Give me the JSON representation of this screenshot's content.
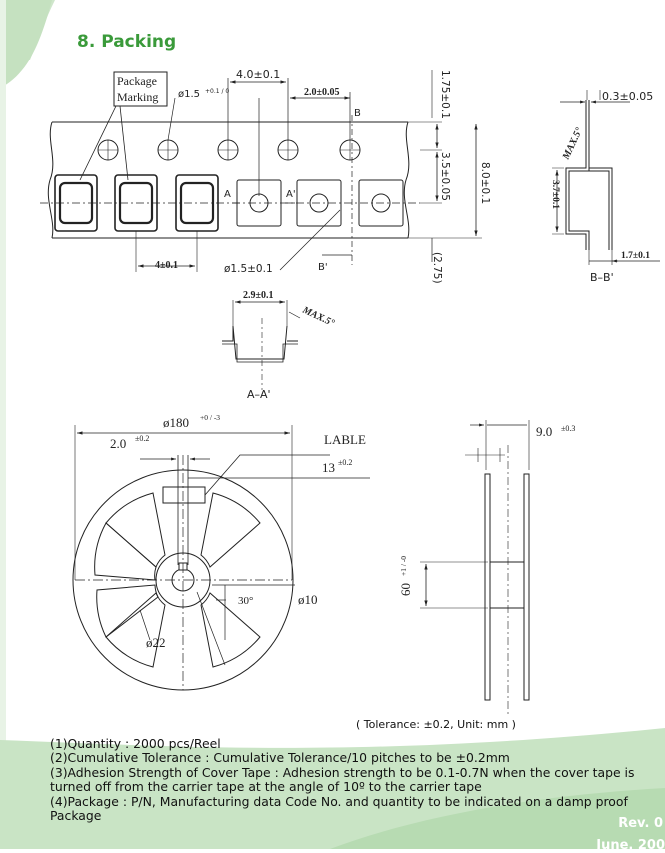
{
  "section": {
    "title": "8. Packing"
  },
  "tape": {
    "package_marking": [
      "Package",
      "Marking"
    ],
    "hole_dia": "ø1.5",
    "hole_dia_tol": "+0.1 / 0",
    "pitch_4": "4.0±0.1",
    "pitch_2": "2.0±0.05",
    "edge": "1.75±0.1",
    "center": "3.5±0.05",
    "width": "8.0±0.1",
    "bottom": "(2.75)",
    "pocket_pitch": "4±0.1",
    "pocket_hole": "ø1.5±0.1",
    "label_a": "A",
    "label_a2": "A'",
    "label_b": "B",
    "label_b2": "B'"
  },
  "section_aa": {
    "width": "2.9±0.1",
    "angle": "MAX.5°",
    "caption": "A–A'"
  },
  "section_bb": {
    "thickness": "0.3±0.05",
    "angle": "MAX.5°",
    "depth": "3.7±0.1",
    "foot": "1.7±0.1",
    "caption": "B–B'"
  },
  "reel": {
    "diameter": "ø180",
    "diameter_tol": "+0 / -3",
    "slot": "2.0",
    "slot_tol": "±0.2",
    "label": "LABLE",
    "hub": "13",
    "hub_tol": "±0.2",
    "angle": "30°",
    "bore": "ø10",
    "core": "ø22",
    "width": "9.0",
    "width_tol": "±0.3",
    "hub_dia": "60",
    "hub_dia_tol": "+1 / -0"
  },
  "tolerance_note": "( Tolerance: ±0.2,  Unit: mm )",
  "notes": [
    "(1)Quantity : 2000 pcs/Reel",
    "(2)Cumulative Tolerance : Cumulative Tolerance/10 pitches to be ±0.2mm",
    "(3)Adhesion Strength of Cover Tape : Adhesion strength to be 0.1-0.7N when the cover tape is turned off from the carrier tape at the angle of 10º to the carrier tape",
    "(4)Package : P/N, Manufacturing data Code No. and quantity to be indicated on a damp proof Package"
  ],
  "footer": {
    "rev": "Rev. 0",
    "date": "June, 200"
  },
  "colors": {
    "title": "#3a9a3a",
    "band": "#c8e3c4"
  }
}
